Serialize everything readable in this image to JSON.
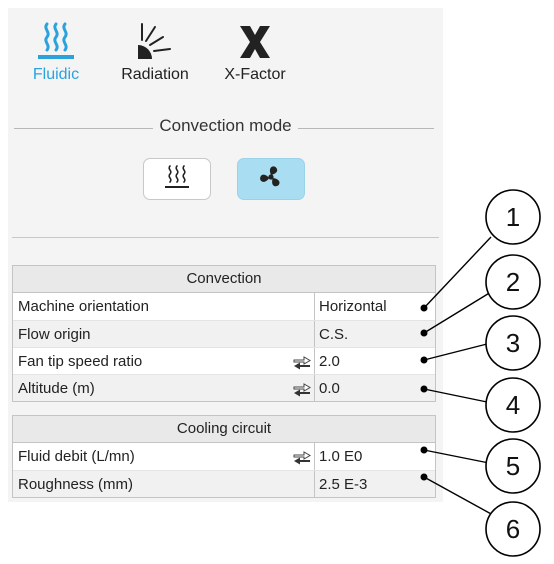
{
  "toolbar": {
    "fluidic": "Fluidic",
    "radiation": "Radiation",
    "xfactor": "X-Factor"
  },
  "convection_mode": {
    "title": "Convection mode",
    "selected": "forced"
  },
  "convection": {
    "title": "Convection",
    "rows": [
      {
        "name": "Machine orientation",
        "value": "Horizontal"
      },
      {
        "name": "Flow origin",
        "value": "C.S."
      },
      {
        "name": "Fan tip speed ratio",
        "value": "2.0"
      },
      {
        "name": "Altitude (m)",
        "value": "0.0"
      }
    ]
  },
  "cooling": {
    "title": "Cooling circuit",
    "rows": [
      {
        "name": "Fluid debit (L/mn)",
        "value": "1.0 E0"
      },
      {
        "name": "Roughness (mm)",
        "value": "2.5 E-3"
      }
    ]
  },
  "callouts": [
    "1",
    "2",
    "3",
    "4",
    "5",
    "6"
  ],
  "colors": {
    "accent": "#2ba2dc",
    "selected_bg": "#a9def2"
  }
}
